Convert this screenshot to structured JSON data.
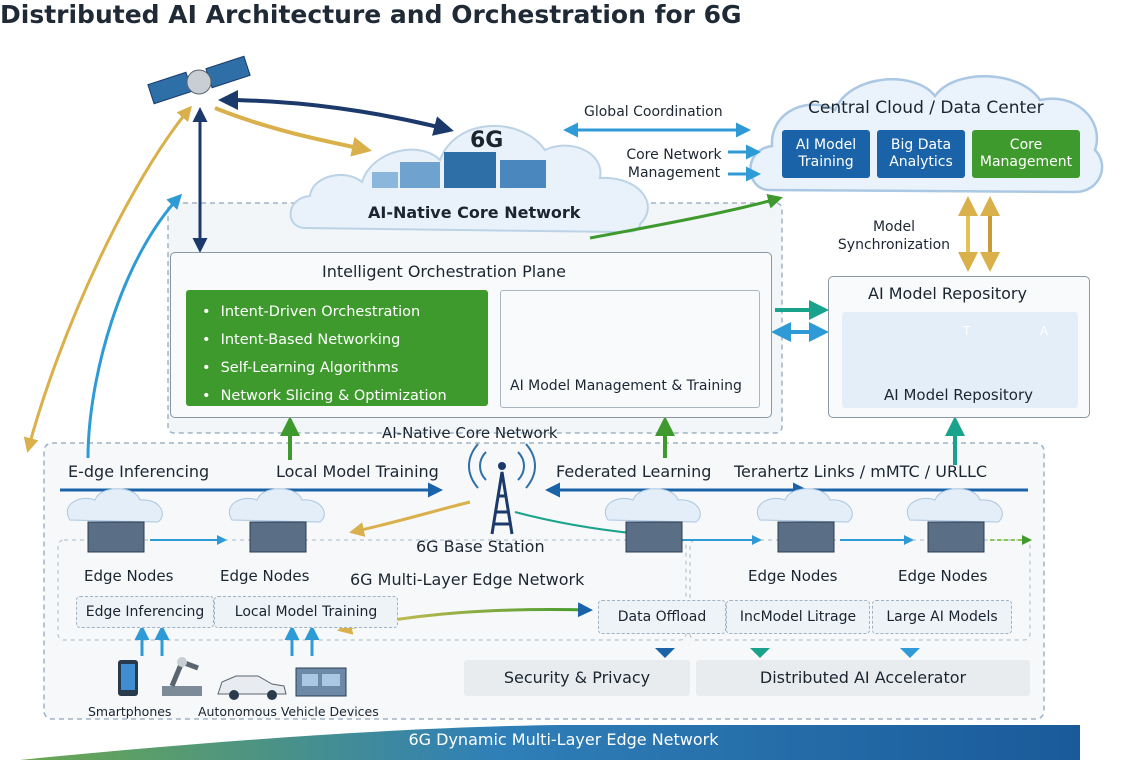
{
  "title": "Distributed AI Architecture and Orchestration for 6G",
  "core_cloud": {
    "badge": "6G",
    "label": "AI-Native Core Network"
  },
  "central_cloud": {
    "title": "Central Cloud / Data Center",
    "services": [
      {
        "label": "AI Model Training",
        "color": "#1a63a8"
      },
      {
        "label": "Big Data Analytics",
        "color": "#1a63a8"
      },
      {
        "label": "Core Management",
        "color": "#3f9a2e"
      }
    ]
  },
  "links": {
    "global_coordination": "Global Coordination",
    "core_network_management": "Core Network Management",
    "model_synchronization": "Model Synchronization"
  },
  "orchestration": {
    "title": "Intelligent Orchestration Plane",
    "bullets": [
      "Intent-Driven Orchestration",
      "Intent-Based Networking",
      "Self-Learning Algorithms",
      "Network Slicing & Optimization"
    ],
    "model_mgmt_label": "AI Model Management & Training"
  },
  "repository": {
    "title": "AI Model Repository",
    "caption": "AI Model Repository",
    "panel_letters": [
      "T",
      "A"
    ]
  },
  "edge_network": {
    "core_label": "AI-Native Core Network",
    "edge_inferencing": "E-dge Inferencing",
    "local_model_training": "Local Model Training",
    "federated_learning": "Federated Learning",
    "terahertz": "Terahertz Links / mMTC / URLLC",
    "base_station": "6G Base Station",
    "multilayer": "6G Multi-Layer Edge Network",
    "edge_nodes": [
      "Edge Nodes",
      "Edge Nodes",
      "Edge Nodes",
      "Edge Nodes"
    ],
    "sub_boxes": [
      "Edge Inferencing",
      "Local Model Training",
      "Data Offload",
      "IncModel Litrage",
      "Large AI Models"
    ]
  },
  "bottom_bars": {
    "security": "Security & Privacy",
    "accelerator": "Distributed AI Accelerator"
  },
  "devices": {
    "smartphones": "Smartphones",
    "autonomous": "Autonomous Vehicle Devices"
  },
  "banner": "6G Dynamic Multi-Layer Edge Network",
  "colors": {
    "blue": "#1a63a8",
    "navy": "#1b3a6b",
    "green": "#3f9a2e",
    "gold": "#d9b04a",
    "teal": "#1aa38c",
    "sky": "#2f9bd6"
  }
}
